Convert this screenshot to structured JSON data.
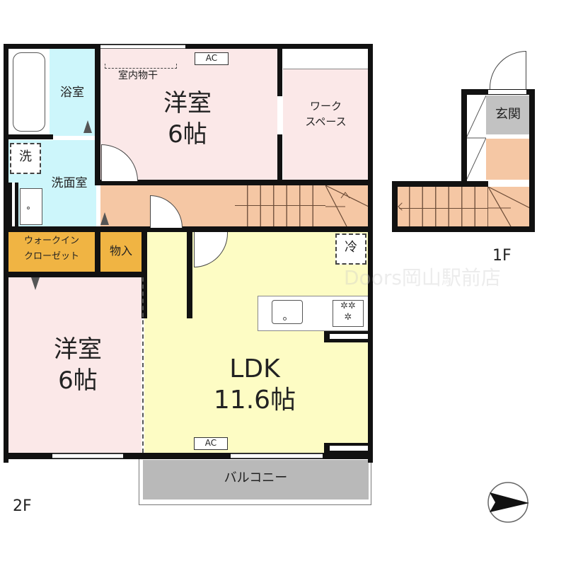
{
  "floors": {
    "second": {
      "label": "2F",
      "rooms": {
        "bath": {
          "label": "浴室"
        },
        "laundry": {
          "label": "洗"
        },
        "washroom": {
          "label": "洗面室"
        },
        "western_north": {
          "label_top": "洋室",
          "label_size": "6帖",
          "note": "室内物干",
          "ac": "AC"
        },
        "workspace": {
          "label_line1": "ワーク",
          "label_line2": "スペース"
        },
        "walk_in_closet": {
          "label_line1": "ウォークイン",
          "label_line2": "クローゼット"
        },
        "storage": {
          "label": "物入"
        },
        "western_south": {
          "label_top": "洋室",
          "label_size": "6帖"
        },
        "ldk": {
          "label_top": "LDK",
          "label_size": "11.6帖",
          "ac": "AC",
          "fridge": "冷"
        },
        "balcony": {
          "label": "バルコニー"
        }
      }
    },
    "first": {
      "label": "1F",
      "rooms": {
        "entrance": {
          "label": "玄関"
        }
      }
    }
  },
  "compass": {
    "direction": "north-arrow-pointing-right"
  },
  "watermark": "Doors岡山駅前店",
  "colors": {
    "wall": "#111111",
    "pink_room": "#fbe8e8",
    "wet_area": "#cdf6fb",
    "corridor": "#f5c7a4",
    "closet": "#f0b443",
    "ldk": "#fdfcc4",
    "balcony": "#b9b9b9",
    "entrance": "#c2c2c2"
  }
}
